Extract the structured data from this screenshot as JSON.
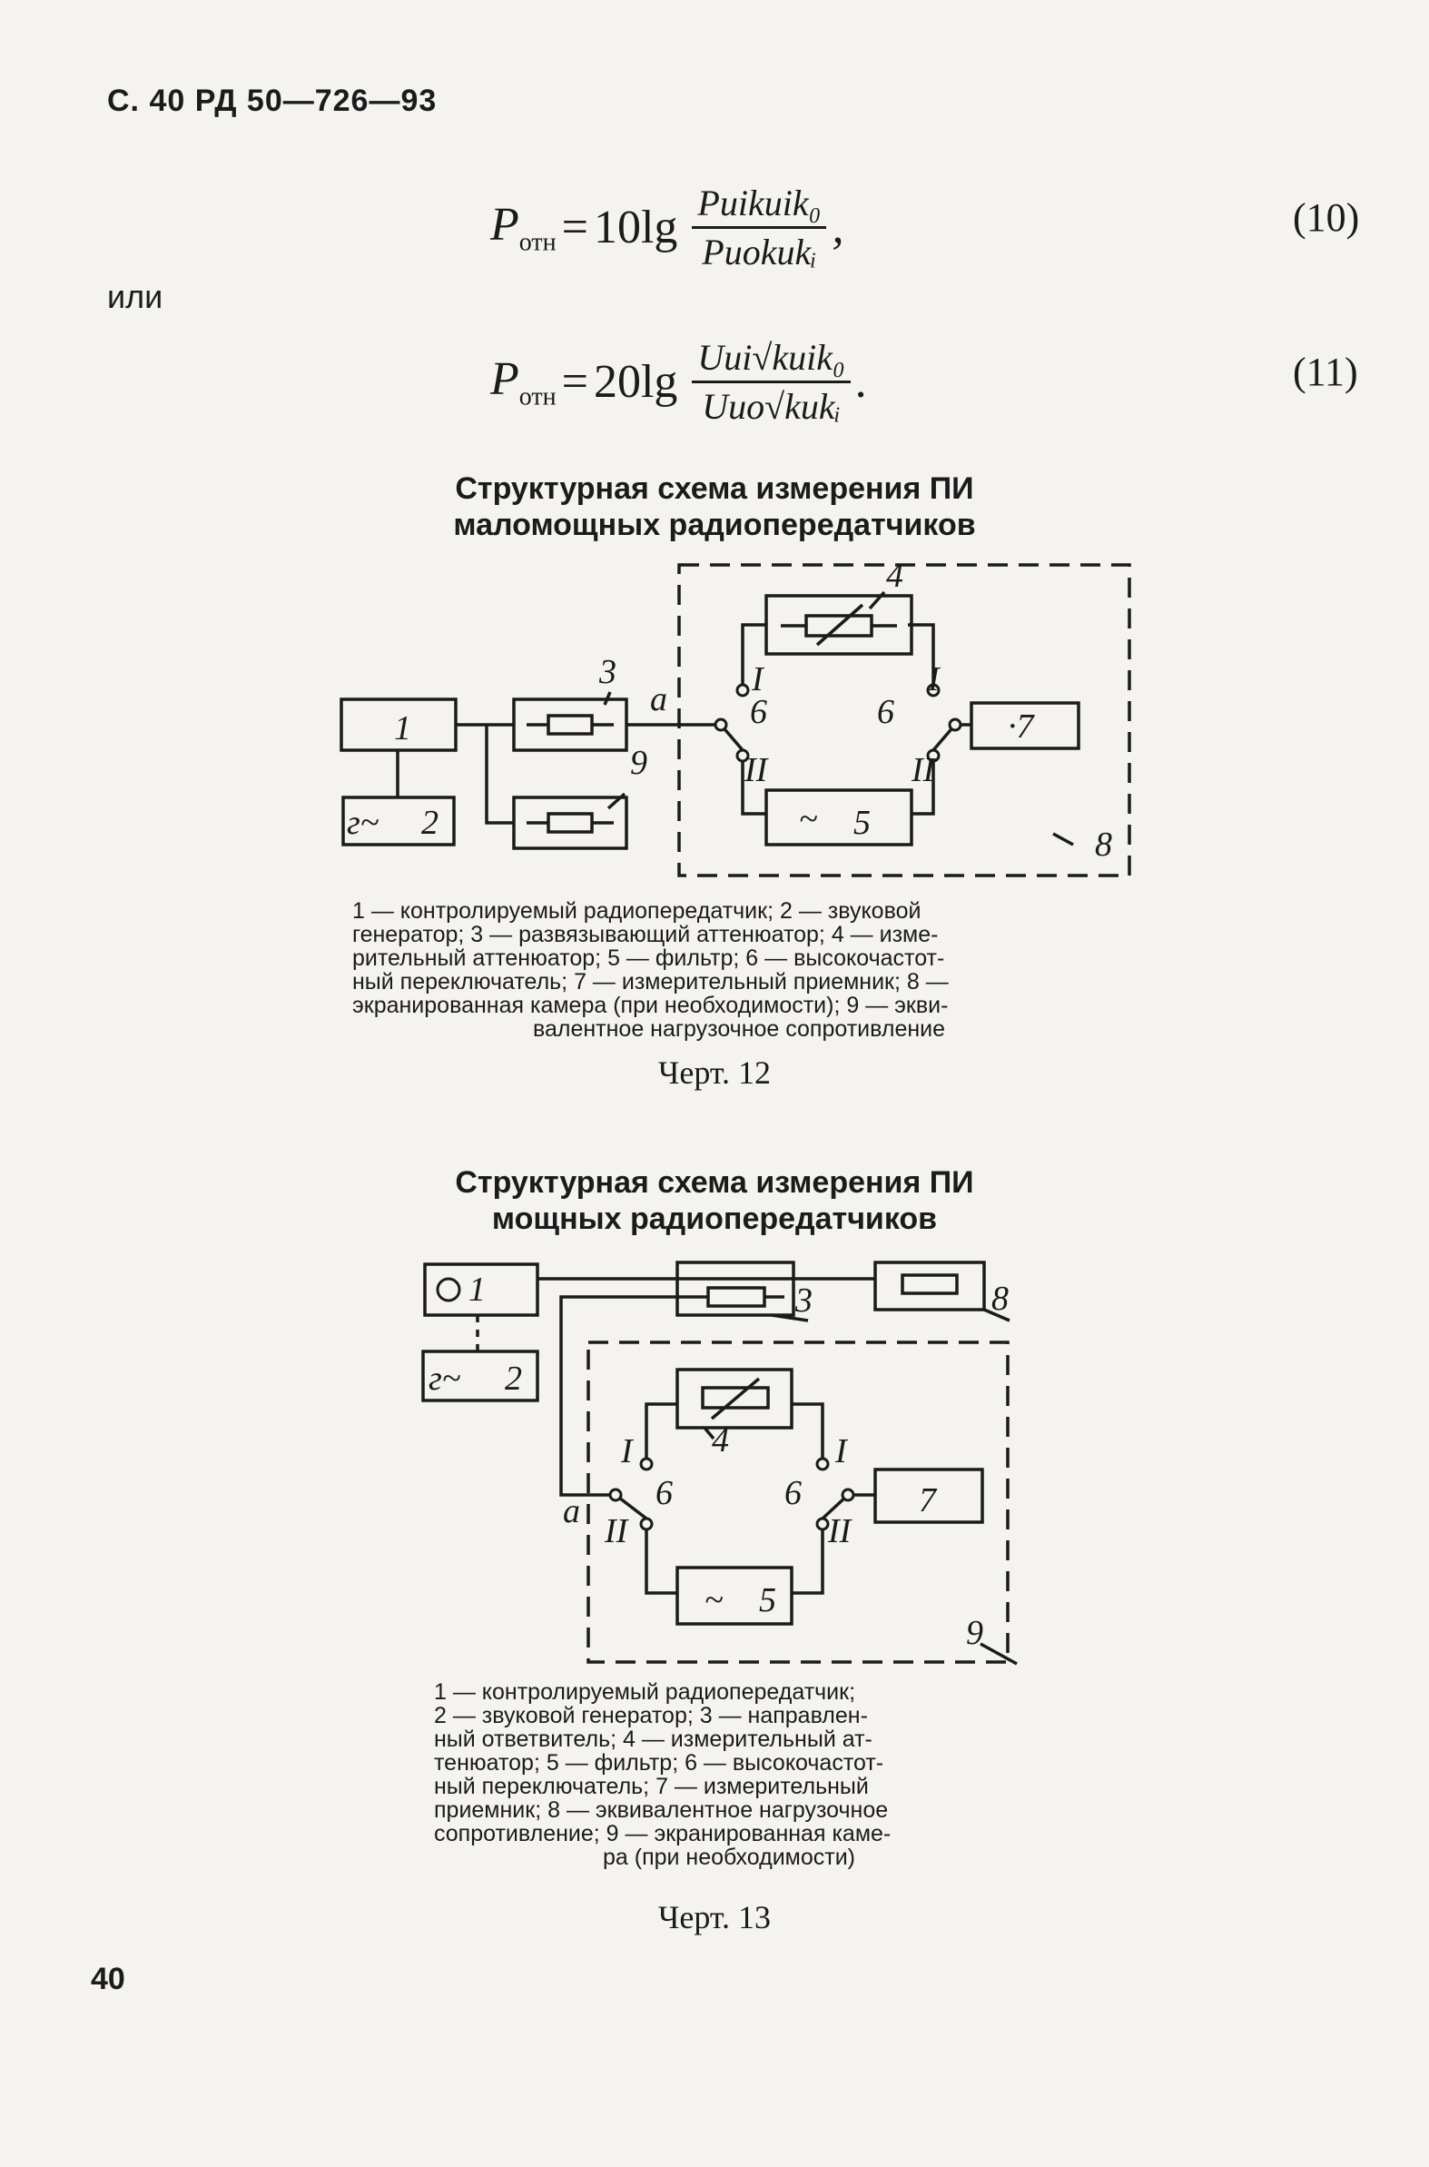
{
  "header": {
    "text": "С. 40 РД 50—726—93"
  },
  "equations": {
    "eq10": {
      "lhs": "P",
      "lhs_sub": "отн",
      "equals": "=",
      "func": "10lg",
      "numerator": "Pиikиik₀",
      "denominator": "Pиоkиkᵢ",
      "tail": ",",
      "number": "(10)"
    },
    "or_text": "или",
    "eq11": {
      "lhs": "P",
      "lhs_sub": "отн",
      "equals": "=",
      "func": "20lg",
      "numerator": "Uиi√kиik₀",
      "denominator": "Uио√kиkᵢ",
      "tail": ".",
      "number": "(11)"
    }
  },
  "figure12": {
    "title_line1": "Структурная схема измерения ПИ",
    "title_line2": "маломощных радиопередатчиков",
    "labels": {
      "n1": "1",
      "n2": "2",
      "n3": "3",
      "n4": "4",
      "n5": "5",
      "n6a": "6",
      "n6b": "6",
      "n7": "·7",
      "n8": "8",
      "n9": "9",
      "a": "a",
      "IL": "I",
      "IR": "I",
      "IIL": "II",
      "IIR": "II"
    },
    "legend_line1": "1 — контролируемый радиопередатчик; 2 — звуковой",
    "legend_line2": "генератор; 3 — развязывающий аттенюатор; 4 — изме-",
    "legend_line3": "рительный аттенюатор; 5 — фильтр; 6 — высокочастот-",
    "legend_line4": "ный переключатель; 7 — измерительный приемник; 8 —",
    "legend_line5": "экранированная камера (при необходимости); 9 — экви-",
    "legend_line6": "валентное нагрузочное сопротивление",
    "caption": "Черт. 12"
  },
  "figure13": {
    "title_line1": "Структурная схема измерения ПИ",
    "title_line2": "мощных радиопередатчиков",
    "labels": {
      "n1": "1",
      "n2": "2",
      "n3": "3",
      "n4": "4",
      "n5": "5",
      "n6a": "6",
      "n6b": "6",
      "n7": "7",
      "n8": "8",
      "n9": "9",
      "a": "a",
      "IL": "I",
      "IR": "I",
      "IIL": "II",
      "IIR": "II"
    },
    "legend_line1": "1 — контролируемый радиопередатчик;",
    "legend_line2": "2 — звуковой генератор; 3 — направлен-",
    "legend_line3": "ный ответвитель; 4 — измерительный ат-",
    "legend_line4": "тенюатор; 5 — фильтр; 6 — высокочастот-",
    "legend_line5": "ный переключатель; 7 — измерительный",
    "legend_line6": "приемник; 8 — эквивалентное нагрузочное",
    "legend_line7": "сопротивление; 9 — экранированная каме-",
    "legend_line8": "ра (при необходимости)",
    "caption": "Черт. 13"
  },
  "page_number": "40"
}
